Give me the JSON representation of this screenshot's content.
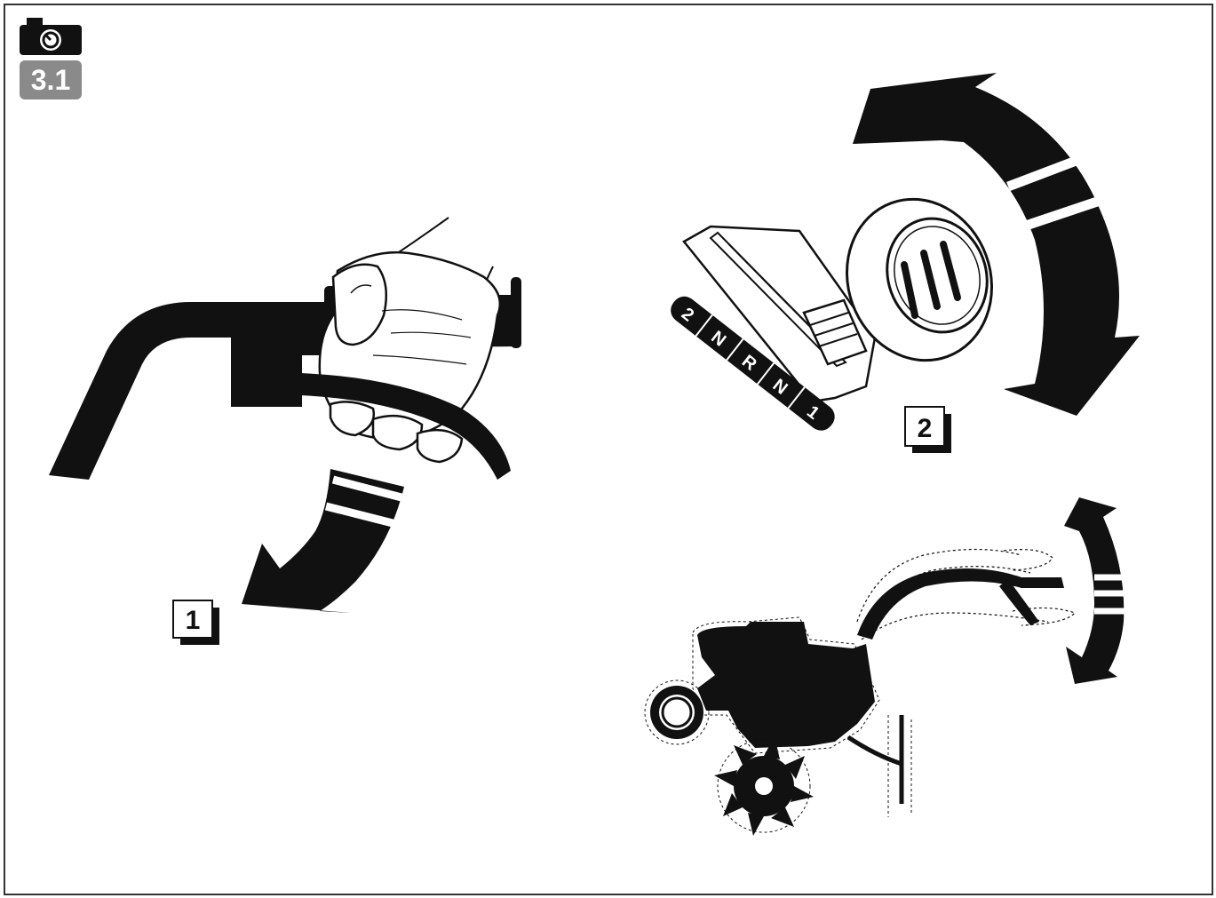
{
  "figure": {
    "section_label": "3.1",
    "section_icon": "camera-icon",
    "step_labels": [
      "1",
      "2"
    ],
    "gear_positions": [
      "2",
      "N",
      "R",
      "N",
      "1"
    ]
  }
}
